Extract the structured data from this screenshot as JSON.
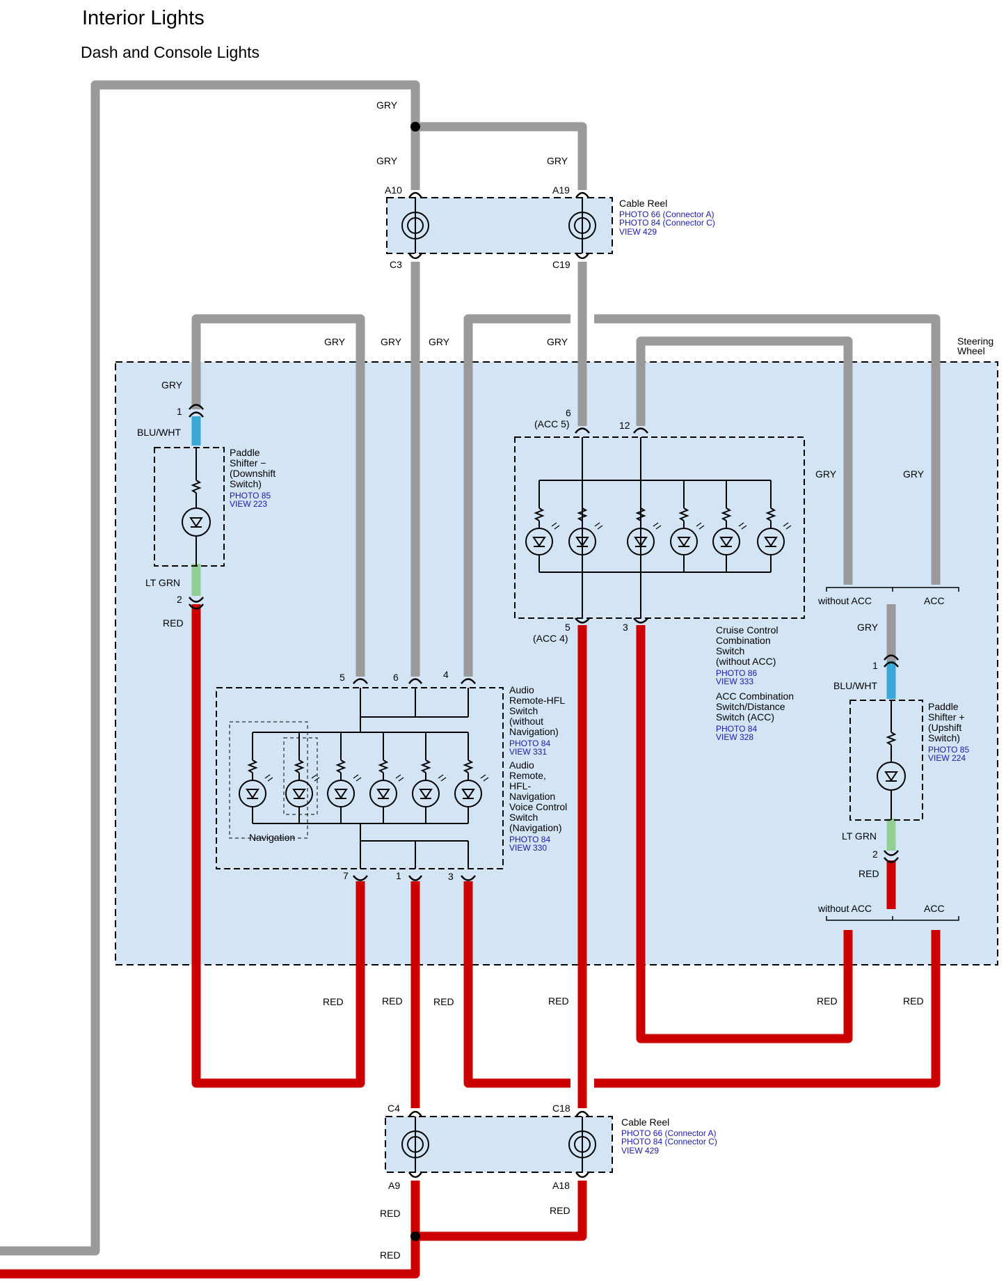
{
  "header": {
    "title": "Interior Lights",
    "subtitle": "Dash and Console Lights"
  },
  "colors": {
    "gray_wire": "#9a9a9a",
    "red_wire": "#cc0000",
    "blue_wire": "#3aa9d8",
    "green_wire": "#93cf95",
    "panel": "#d3e4f5"
  },
  "wires": {
    "gry": "GRY",
    "red": "RED",
    "blu_wht": "BLU/WHT",
    "lt_grn": "LT GRN",
    "without_acc": "without ACC",
    "acc": "ACC"
  },
  "cable_reel": {
    "name": "Cable Reel",
    "refs": [
      "PHOTO 66 (Connector A)",
      "PHOTO 84 (Connector C)",
      "VIEW 429"
    ],
    "top_pins": [
      "A10",
      "A19",
      "C3",
      "C19"
    ],
    "bottom_pins": [
      "C4",
      "C18",
      "A9",
      "A18"
    ]
  },
  "steering_wheel": {
    "label_line1": "Steering",
    "label_line2": "Wheel"
  },
  "paddle_minus": {
    "lines": [
      "Paddle",
      "Shifter −",
      "(Downshift",
      "Switch)"
    ],
    "refs": [
      "PHOTO 85",
      "VIEW 223"
    ],
    "pins": [
      "1",
      "2"
    ]
  },
  "paddle_plus": {
    "lines": [
      "Paddle",
      "Shifter +",
      "(Upshift",
      "Switch)"
    ],
    "refs": [
      "PHOTO 85",
      "VIEW 224"
    ],
    "pins": [
      "1",
      "2"
    ]
  },
  "audio_switch": {
    "lines1": [
      "Audio",
      "Remote-HFL",
      "Switch",
      "(without",
      "Navigation)"
    ],
    "refs1": [
      "PHOTO 84",
      "VIEW 331"
    ],
    "lines2": [
      "Audio",
      "Remote,",
      "HFL-",
      "Navigation",
      "Voice Control",
      "Switch",
      "(Navigation)"
    ],
    "refs2": [
      "PHOTO 84",
      "VIEW 330"
    ],
    "navigation": "Navigation",
    "top_pins": [
      "5",
      "6",
      "4"
    ],
    "bottom_pins": [
      "7",
      "1",
      "3"
    ]
  },
  "cruise_switch": {
    "lines1": [
      "Cruise Control",
      "Combination",
      "Switch",
      "(without ACC)"
    ],
    "refs1": [
      "PHOTO 86",
      "VIEW 333"
    ],
    "lines2": [
      "ACC Combination",
      "Switch/Distance",
      "Switch (ACC)"
    ],
    "refs2": [
      "PHOTO 84",
      "VIEW 328"
    ],
    "pin_6": "6",
    "pin_6_alt": "(ACC 5)",
    "pin_12": "12",
    "pin_5": "5",
    "pin_5_alt": "(ACC 4)",
    "pin_3": "3"
  }
}
